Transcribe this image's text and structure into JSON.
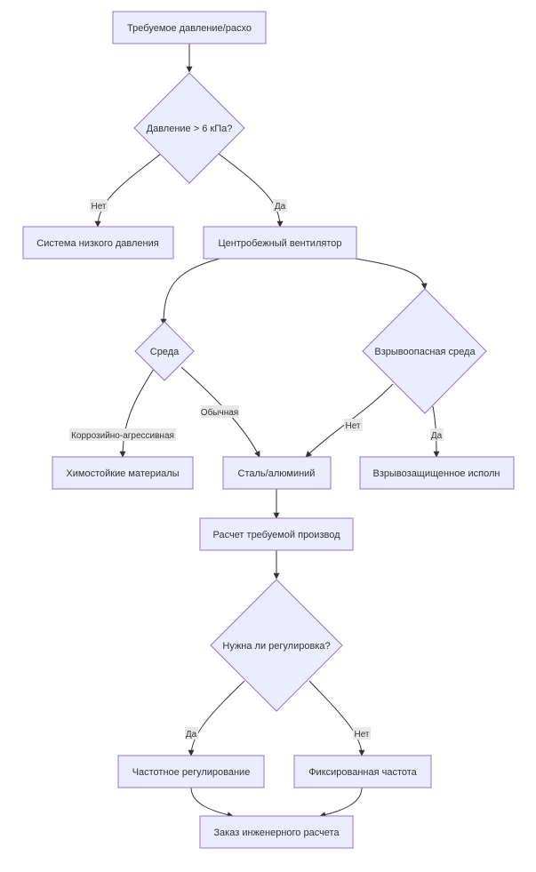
{
  "colors": {
    "node_fill": "#ECECFF",
    "node_stroke": "#9370DB",
    "edge": "#333333",
    "label_bg": "#E8E8E8",
    "text": "#333333"
  },
  "nodes": {
    "required_pressure": "Требуемое давление/расхо",
    "pressure_question": "Давление > 6 кПа?",
    "low_pressure_system": "Система низкого давления",
    "centrifugal_fan": "Центробежный вентилятор",
    "environment": "Среда",
    "explosive_environment": "Взрывоопасная среда",
    "chemical_resistant": "Химостойкие материалы",
    "steel_aluminum": "Сталь/алюминий",
    "explosion_proof": "Взрывозащищенное исполн",
    "performance_calc": "Расчет требуемой производ",
    "regulation_question": "Нужна ли регулировка?",
    "frequency_control": "Частотное регулирование",
    "fixed_frequency": "Фиксированная частота",
    "engineering_order": "Заказ инженерного расчета"
  },
  "edge_labels": {
    "no_low": "Нет",
    "yes_centrifugal": "Да",
    "corrosive": "Коррозийно-агрессивная",
    "ordinary": "Обычная",
    "no_explosive": "Нет",
    "yes_explosive": "Да",
    "yes_regulation": "Да",
    "no_regulation": "Нет"
  }
}
